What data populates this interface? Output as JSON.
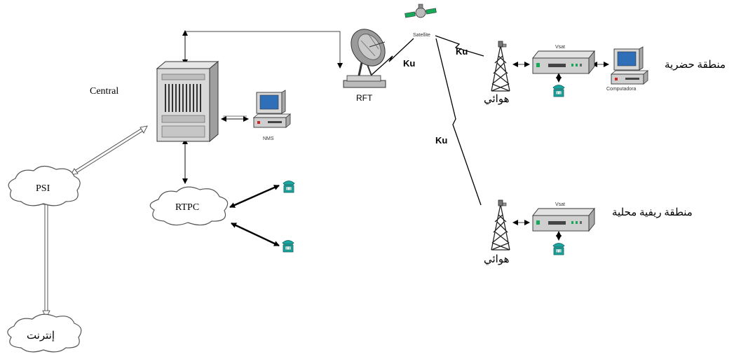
{
  "labels": {
    "central": "Central",
    "psi": "PSI",
    "rtpc": "RTPC",
    "internet": "إنترنت",
    "rft": "RFT",
    "satellite": "Satellite",
    "ku_rft": "Ku",
    "ku_urban": "Ku",
    "ku_rural": "Ku",
    "vsat_urban": "Vsat",
    "vsat_rural": "Vsat",
    "antenna_urban": "هوائي",
    "antenna_rural": "هوائي",
    "computer_urban": "Computadora",
    "nms": "NMS",
    "urban_zone": "منطقة حضرية",
    "rural_zone": "منطقة ريفية محلية"
  },
  "colors": {
    "phone": "#1aa6a0",
    "metal": "#c9c9c9",
    "screen": "#2f6fb7",
    "green_led": "#17a85a",
    "red_led": "#d42020"
  }
}
